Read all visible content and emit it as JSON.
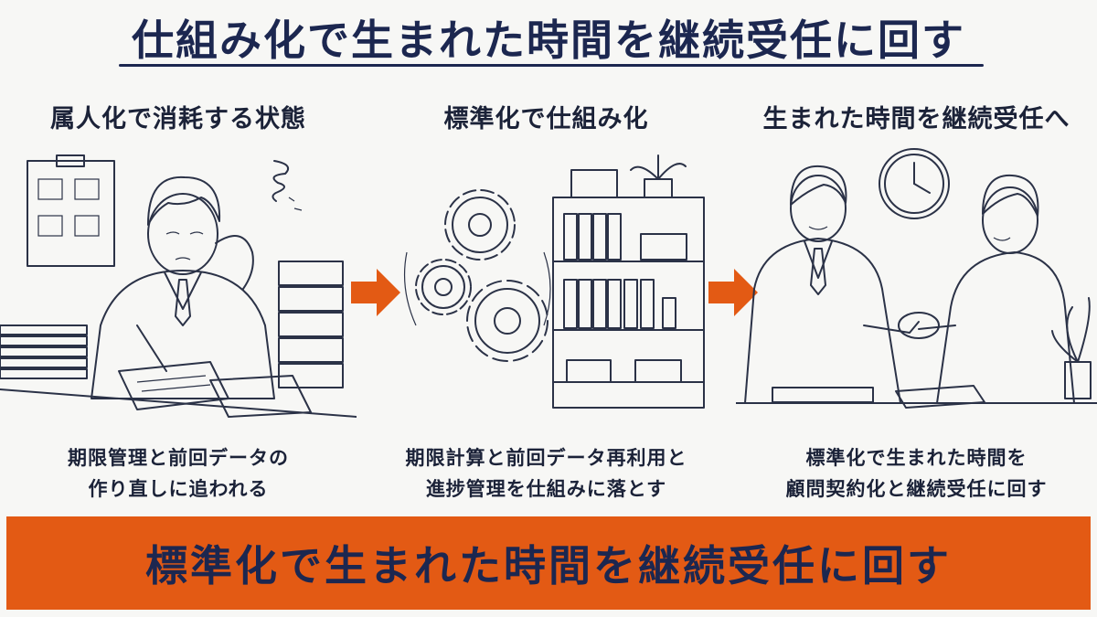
{
  "title": "仕組み化で生まれた時間を継続受任に回す",
  "panels": [
    {
      "heading": "属人化で消耗する状態",
      "caption_line1": "期限管理と前回データの",
      "caption_line2": "作り直しに追われる"
    },
    {
      "heading": "標準化で仕組み化",
      "caption_line1": "期限計算と前回データ再利用と",
      "caption_line2": "進捗管理を仕組みに落とす"
    },
    {
      "heading": "生まれた時間を継続受任へ",
      "caption_line1": "標準化で生まれた時間を",
      "caption_line2": "顧問契約化と継続受任に回す"
    }
  ],
  "banner": "標準化で生まれた時間を継続受任に回す",
  "colors": {
    "accent": "#e35a14",
    "navy": "#1c2750",
    "background": "#f7f7f5"
  }
}
